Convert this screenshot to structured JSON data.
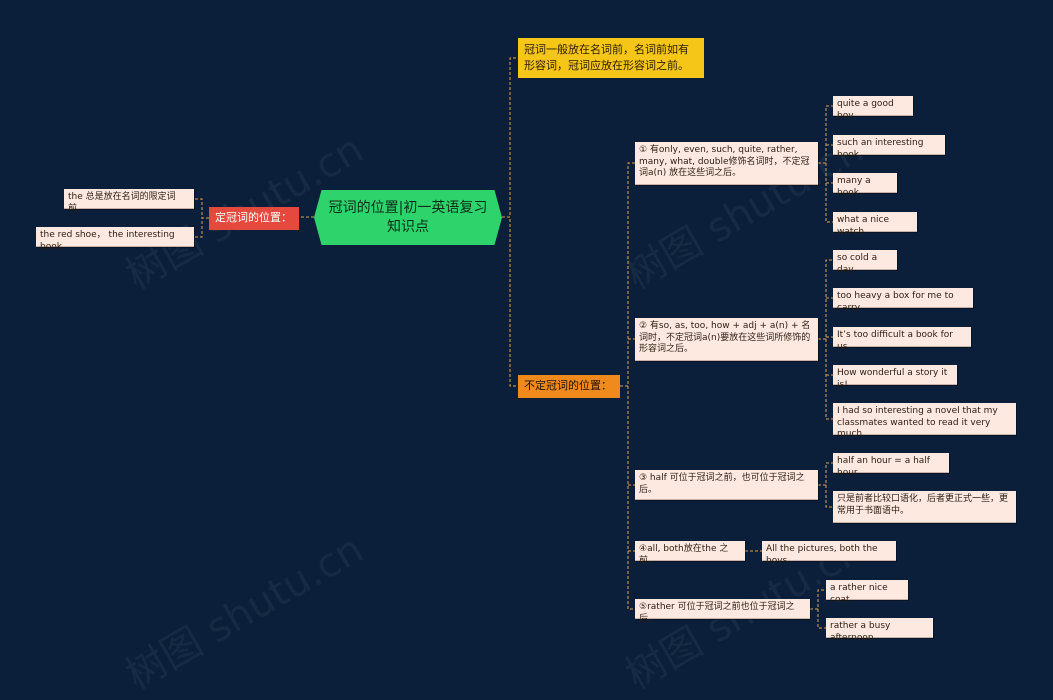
{
  "colors": {
    "background": "#0b1f3a",
    "center": "#2fd36b",
    "left_branch": "#e5483c",
    "right_branch": "#f08a1c",
    "top_note": "#f5c518",
    "leaf": "#fde9df",
    "connector": "#e2a04a"
  },
  "watermarks": [
    "树图 shutu.cn",
    "树图 shutu.cn",
    "树图 shutu.cn",
    "树图 shutu.cn"
  ],
  "mindmap": {
    "center": "冠词的位置|初一英语复习知识点",
    "top_note": "冠词一般放在名词前，名词前如有形容词，冠词应放在形容词之前。",
    "left_branch": {
      "label": "定冠词的位置：",
      "children": [
        "the 总是放在名词的限定词前。",
        "the red shoe， the interesting book"
      ]
    },
    "right_branch": {
      "label": "不定冠词的位置：",
      "rules": [
        {
          "text": "① 有only, even, such, quite, rather, many, what, double修饰名词时，不定冠词a(n) 放在这些词之后。",
          "examples": [
            "quite a good boy",
            "such an interesting book",
            "many a book",
            "what a nice watch"
          ]
        },
        {
          "text": "② 有so, as, too, how + adj + a(n) + 名词时，不定冠词a(n)要放在这些词所修饰的形容词之后。",
          "examples": [
            "so cold a day",
            "too heavy a box for me to carry",
            "It’s too difficult a book for us.",
            "How wonderful a story it is!",
            "I had so interesting a novel that my classmates wanted to read it very much."
          ]
        },
        {
          "text": "③ half 可位于冠词之前，也可位于冠词之后。",
          "examples": [
            "half an hour = a half hour",
            "只是前者比较口语化，后者更正式一些，更常用于书面语中。"
          ]
        },
        {
          "text": "④all, both放在the 之前。",
          "examples": [
            "All the pictures, both the boys"
          ]
        },
        {
          "text": "⑤rather 可位于冠词之前也位于冠词之后。",
          "examples": [
            "a rather nice coat",
            "rather a busy afternoon"
          ]
        }
      ]
    }
  }
}
